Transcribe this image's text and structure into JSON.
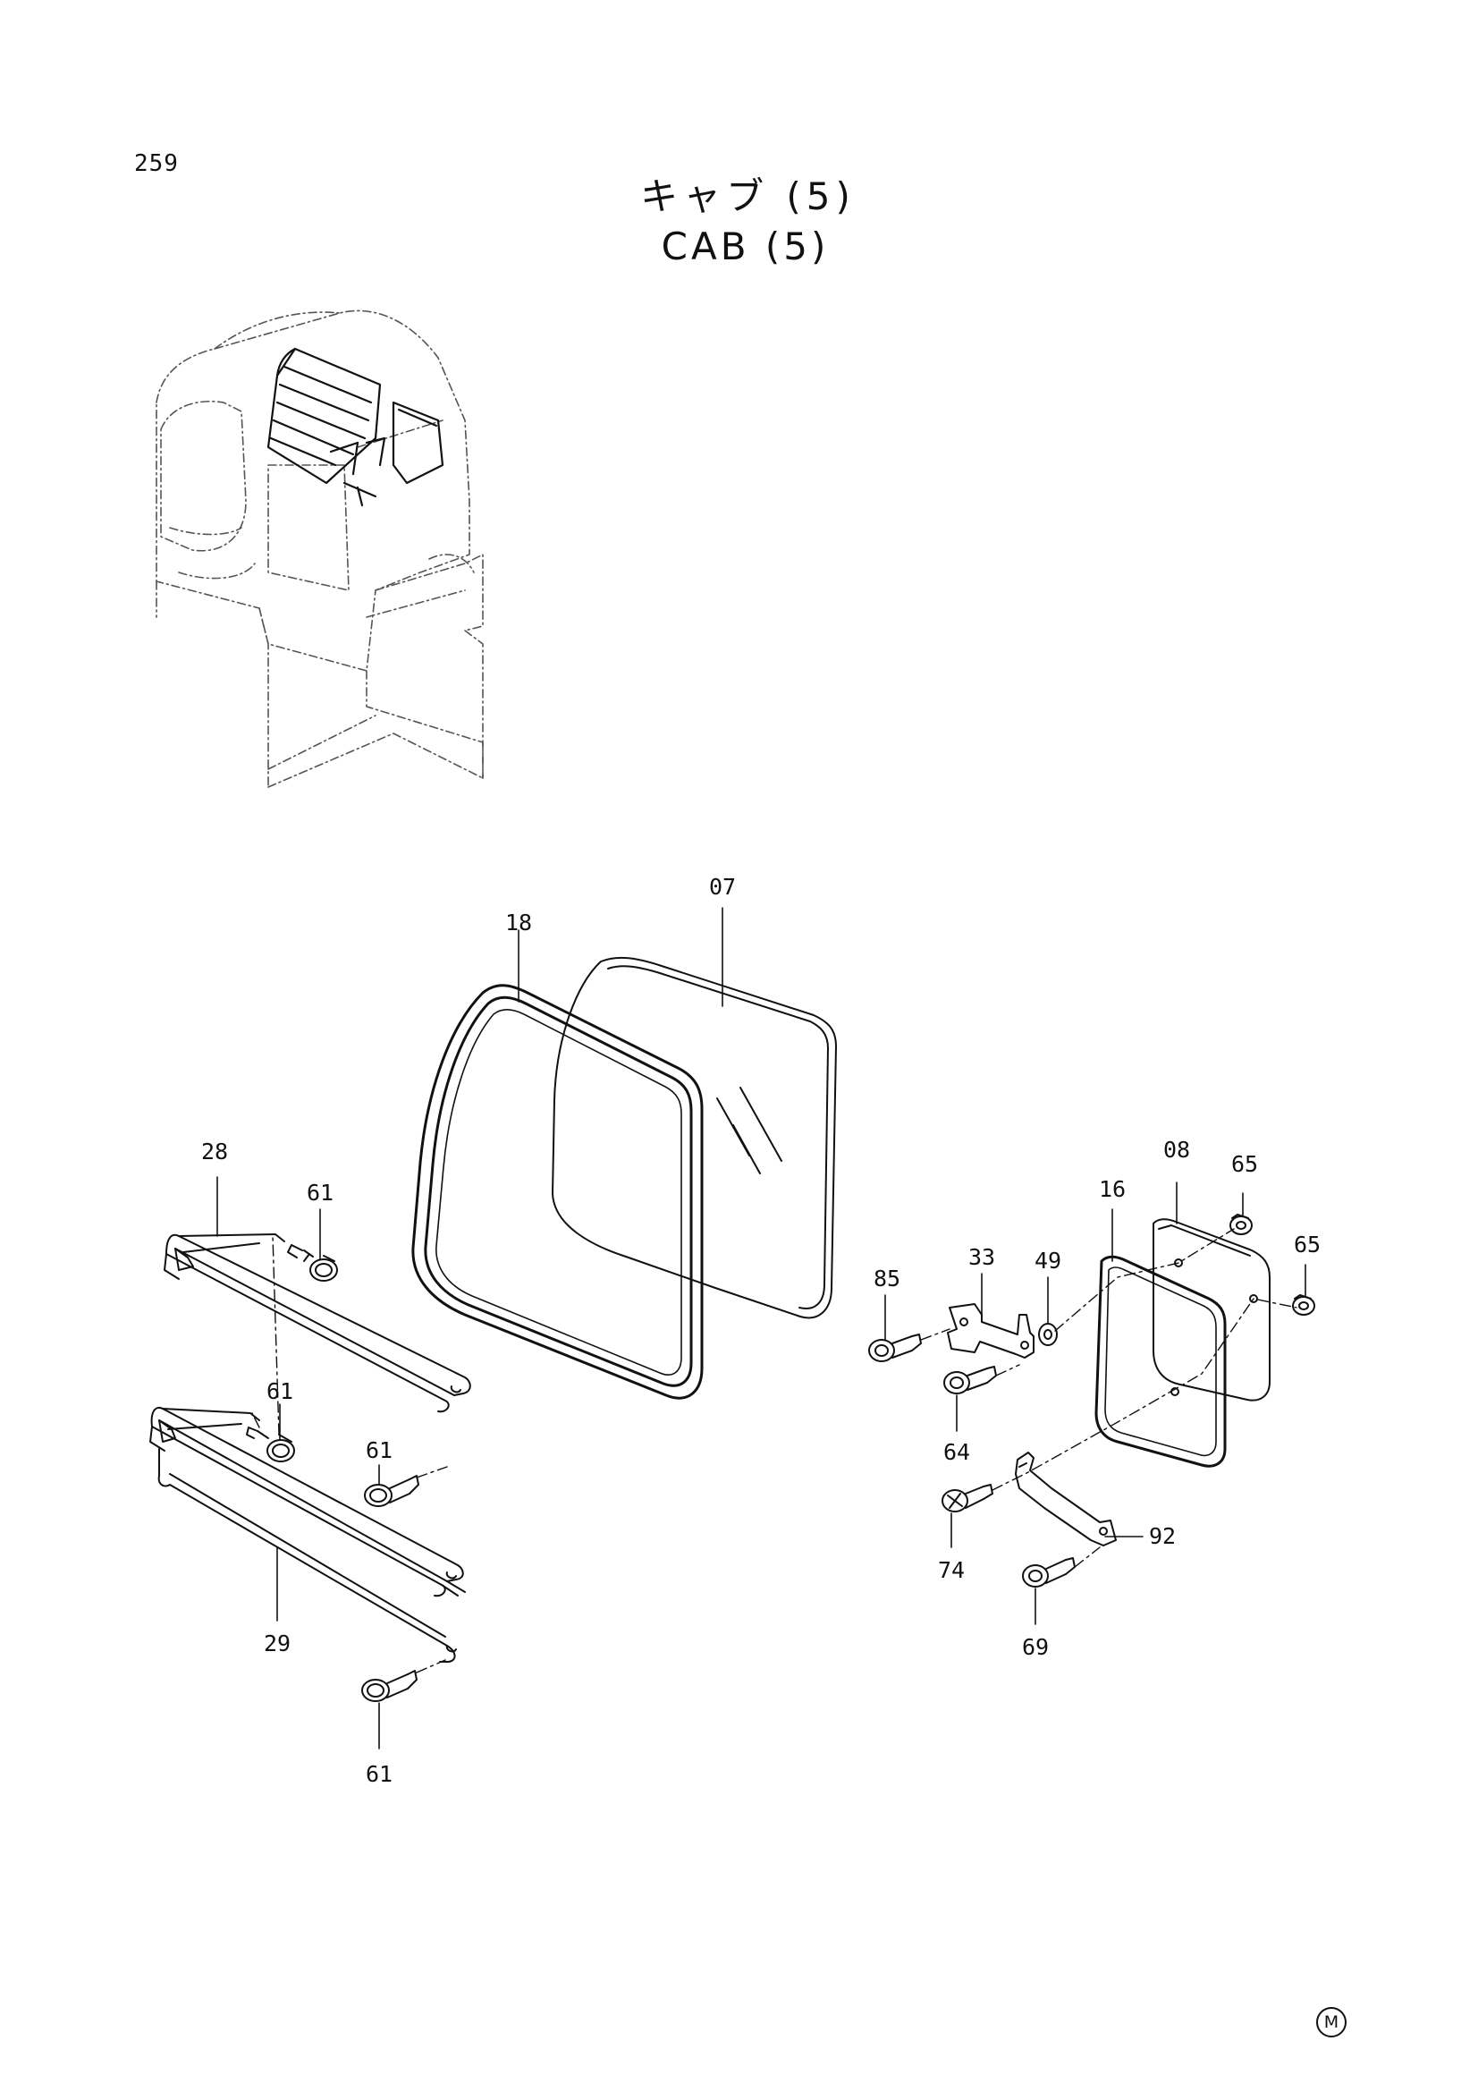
{
  "page_number": "259",
  "title": {
    "japanese": "キャブ (5)",
    "english": "CAB (5)"
  },
  "callouts": [
    {
      "id": "c07",
      "label": "07"
    },
    {
      "id": "c18",
      "label": "18"
    },
    {
      "id": "c28",
      "label": "28"
    },
    {
      "id": "c61a",
      "label": "61"
    },
    {
      "id": "c61b",
      "label": "61"
    },
    {
      "id": "c61c",
      "label": "61"
    },
    {
      "id": "c61d",
      "label": "61"
    },
    {
      "id": "c29",
      "label": "29"
    },
    {
      "id": "c08",
      "label": "08"
    },
    {
      "id": "c16",
      "label": "16"
    },
    {
      "id": "c65a",
      "label": "65"
    },
    {
      "id": "c65b",
      "label": "65"
    },
    {
      "id": "c85",
      "label": "85"
    },
    {
      "id": "c33",
      "label": "33"
    },
    {
      "id": "c49",
      "label": "49"
    },
    {
      "id": "c64",
      "label": "64"
    },
    {
      "id": "c74",
      "label": "74"
    },
    {
      "id": "c92",
      "label": "92"
    },
    {
      "id": "c69",
      "label": "69"
    }
  ],
  "mark": "M"
}
